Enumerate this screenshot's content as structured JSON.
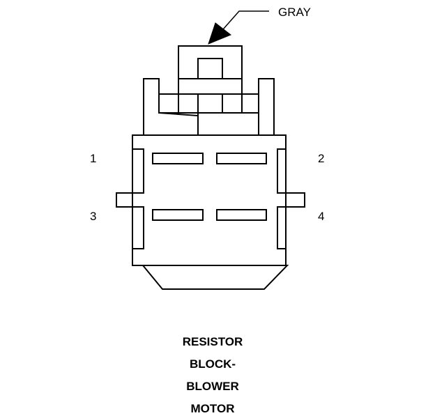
{
  "connector": {
    "color_callout": "GRAY",
    "pins": {
      "pin_1": "1",
      "pin_2": "2",
      "pin_3": "3",
      "pin_4": "4"
    }
  },
  "caption": {
    "line_1": "RESISTOR",
    "line_2": "BLOCK-",
    "line_3": "BLOWER",
    "line_4": "MOTOR"
  }
}
